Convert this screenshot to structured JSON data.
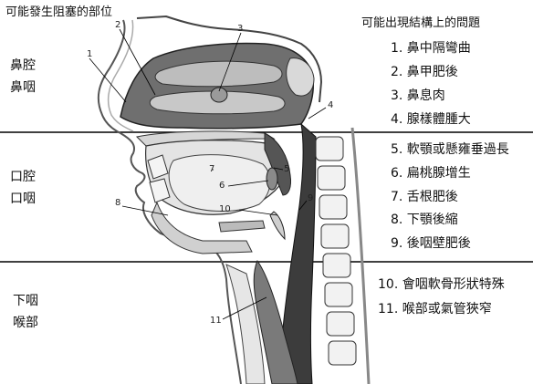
{
  "title": "可能發生阻塞的部位",
  "problems_title": "可能出現結構上的問題",
  "regions": {
    "nasal": [
      "鼻腔",
      "鼻咽"
    ],
    "oral": [
      "口腔",
      "口咽"
    ],
    "hypo": [
      "下咽",
      "喉部"
    ]
  },
  "problems": [
    "1. 鼻中隔彎曲",
    "2. 鼻甲肥後",
    "3. 鼻息肉",
    "4. 腺樣體腫大",
    "5. 軟顎或懸雍垂過長",
    "6. 扁桃腺增生",
    "7. 舌根肥後",
    "8. 下顎後縮",
    "9. 後咽壁肥後",
    "10. 會咽軟骨形狀特殊",
    "11. 喉部或氣管狹窄"
  ],
  "markers": [
    "1",
    "2",
    "3",
    "4",
    "5",
    "6",
    "7",
    "8",
    "9",
    "10",
    "11"
  ]
}
